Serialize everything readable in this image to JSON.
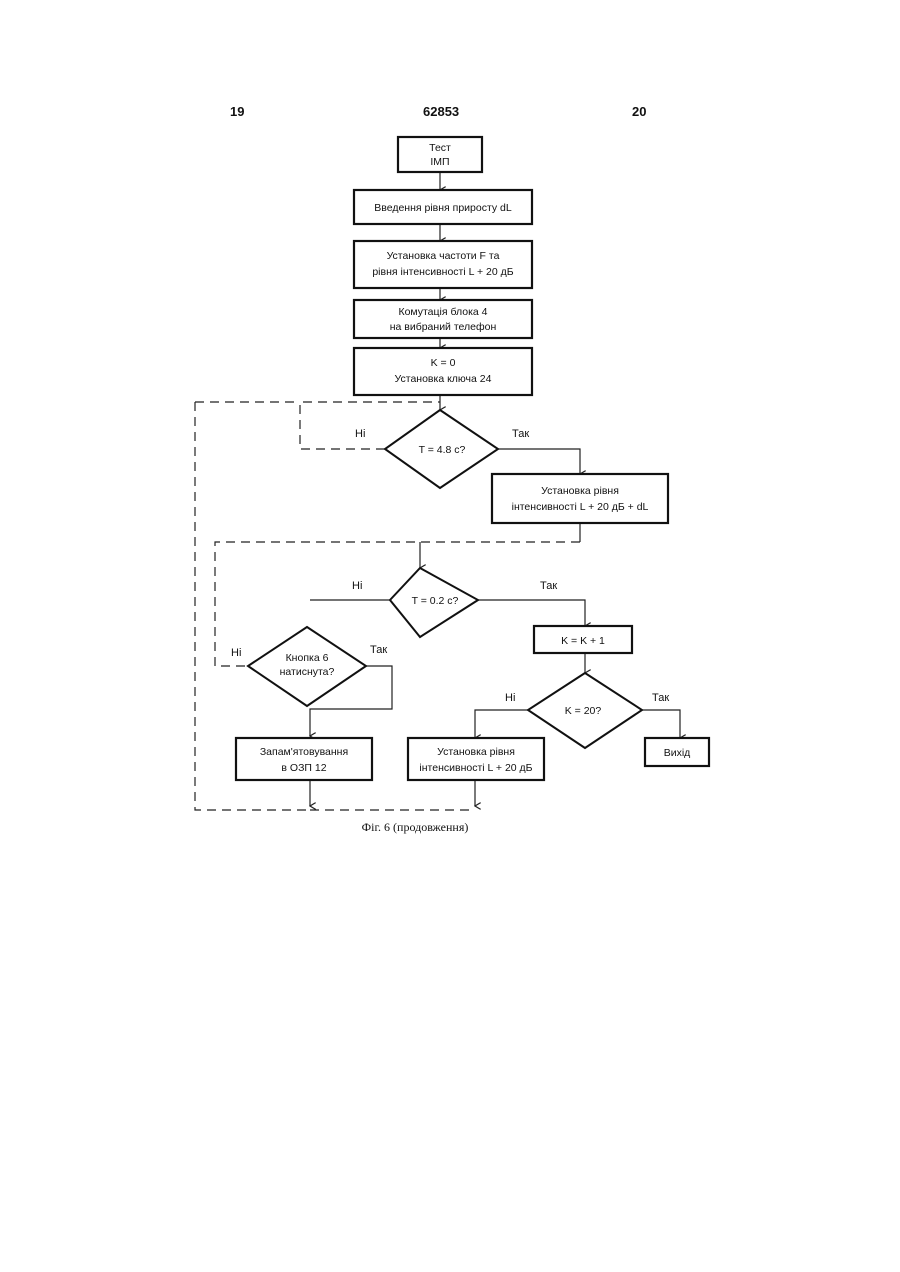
{
  "header": {
    "left_page": "19",
    "doc_number": "62853",
    "right_page": "20"
  },
  "flowchart": {
    "start": [
      "Тест",
      "ІМП"
    ],
    "enter_step": [
      "Введення рівня приросту dL"
    ],
    "set_freq": [
      "Установка частоти F та",
      "рівня інтенсивності L + 20 дБ"
    ],
    "switch_block": [
      "Комутація блока 4",
      "на вибраний телефон"
    ],
    "init": [
      "K = 0",
      "Установка ключа 24"
    ],
    "cond_time": [
      "T = 4.8 c?"
    ],
    "set_level_dl": [
      "Установка рівня",
      "інтенсивності L + 20 дБ + dL"
    ],
    "cond_t02": [
      "T = 0.2 c?"
    ],
    "k_inc": [
      "K = K + 1"
    ],
    "cond_button": [
      "Кнопка 6",
      "натиснута?"
    ],
    "cond_k20": [
      "K = 20?"
    ],
    "memorize": [
      "Запам'ятовування",
      "в ОЗП 12"
    ],
    "set_level": [
      "Установка рівня",
      "інтенсивності L + 20 дБ"
    ],
    "exit": [
      "Вихід"
    ],
    "labels": {
      "no": "Ні",
      "yes": "Так"
    }
  },
  "caption": "Фіг. 6 (продовження)"
}
